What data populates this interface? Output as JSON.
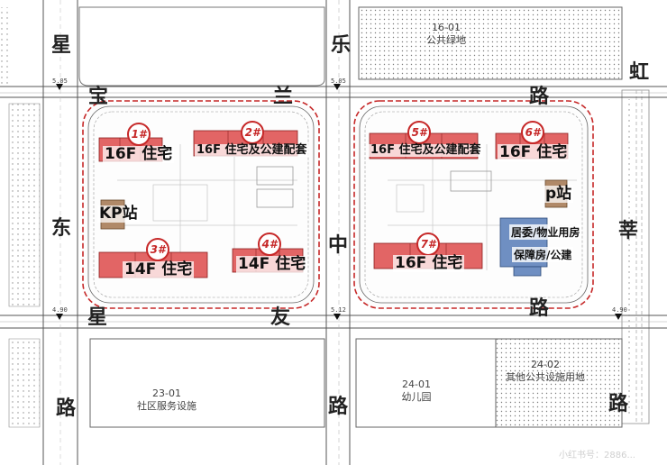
{
  "roads": {
    "xingle": "星",
    "xingle_2": "乐",
    "baolan_1": "宝",
    "baolan_2": "兰",
    "baolan_3": "路",
    "dongxing_1": "东",
    "dongxing_2": "星",
    "dongxing_3": "路",
    "zhongyou_1": "中",
    "zhongyou_2": "友",
    "zhongyou_3": "路",
    "zhongyou_4": "路",
    "hongxin_1": "虹",
    "hongxin_2": "莘",
    "hongxin_3": "路"
  },
  "plots": {
    "p16_01_code": "16-01",
    "p16_01_name": "公共绿地",
    "p23_01_code": "23-01",
    "p23_01_name": "社区服务设施",
    "p24_01_code": "24-01",
    "p24_01_name": "幼儿园",
    "p24_02_code": "24-02",
    "p24_02_name": "其他公共设施用地"
  },
  "buildings": [
    {
      "num": "1#",
      "label": "16F 住宅"
    },
    {
      "num": "2#",
      "label": "16F 住宅及公建配套"
    },
    {
      "num": "3#",
      "label": "14F 住宅"
    },
    {
      "num": "4#",
      "label": "14F 住宅"
    },
    {
      "num": "5#",
      "label": "16F 住宅及公建配套"
    },
    {
      "num": "6#",
      "label": "16F 住宅"
    },
    {
      "num": "7#",
      "label": "16F 住宅"
    }
  ],
  "annotations": {
    "kp": "KP站",
    "p": "p站",
    "juwei": "居委/物业用房",
    "baozhang": "保障房/公建"
  },
  "elevations": {
    "e1": "5.05",
    "e2": "5.05",
    "e3": "4.90",
    "e4": "5.12",
    "e5": "4.90"
  },
  "watermark": "小红书号：2886..."
}
